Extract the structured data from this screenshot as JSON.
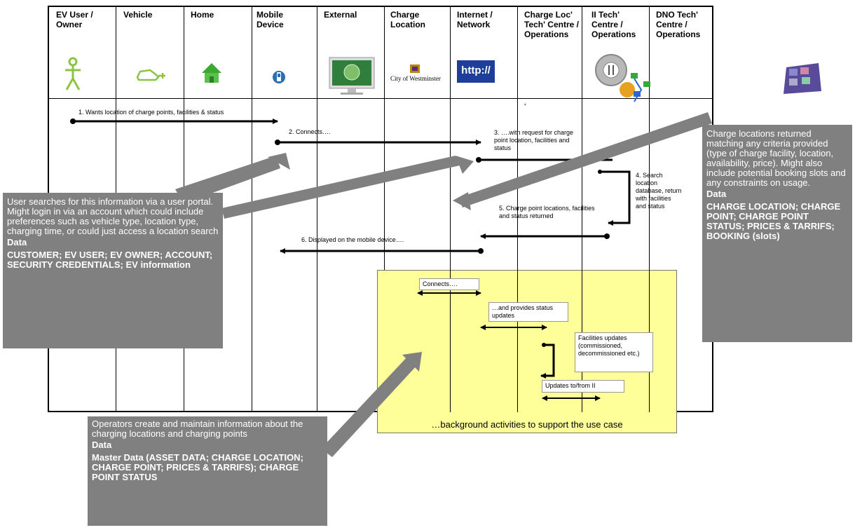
{
  "lanes": [
    {
      "title": "EV User / Owner",
      "icon": "stick-figure-icon"
    },
    {
      "title": "Vehicle",
      "icon": "ev-plug-car-icon"
    },
    {
      "title": "Home",
      "icon": "house-icon"
    },
    {
      "title": "Mobile Device",
      "icon": "mobile-phone-icon"
    },
    {
      "title": "External",
      "icon": "monitor-globe-icon"
    },
    {
      "title": "Charge Location",
      "icon": "city-of-westminster-logo",
      "logo_text": "City of Westminster"
    },
    {
      "title": "Internet / Network",
      "icon": "http-icon",
      "icon_text": "http://"
    },
    {
      "title": "Charge Loc' Tech' Centre / Operations",
      "icon": "none"
    },
    {
      "title": "II Tech' Centre / Operations",
      "icon": "gears-network-icon"
    },
    {
      "title": "DNO Tech' Centre / Operations",
      "icon": "none"
    }
  ],
  "messages": {
    "m1": "1. Wants location of charge points, facilities & status",
    "m2": "2. Connects….",
    "m3": "3. ….with request for charge point location, facilities and status",
    "m4": "4. Search location database, return with facilities and status",
    "m5": "5. Charge point locations, facilities and status returned",
    "m6": "6. Displayed on the mobile device….",
    "quote_mark": "‘"
  },
  "background": {
    "connects": "Connects….",
    "status_updates": "…and provides status updates",
    "facilities_updates": "Facilities updates (commissioned, decommissioned etc.)",
    "updates_ii": "Updates to/from  II",
    "caption": "…background activities to support the use case"
  },
  "callouts": {
    "left": {
      "text": "User searches for this information via a user portal. Might login in via an account which could include preferences such as vehicle type, location type, charging time, or could just access a location search",
      "data_label": "Data",
      "data": "CUSTOMER; EV USER; EV OWNER; ACCOUNT; SECURITY CREDENTIALS; EV information"
    },
    "right": {
      "text": "Charge locations returned matching any criteria provided (type of charge facility, location, availability, price). Might also include potential booking slots and any constraints on usage.",
      "data_label": "Data",
      "data": "CHARGE LOCATION; CHARGE POINT; CHARGE POINT STATUS; PRICES & TARRIFS; BOOKING (slots)"
    },
    "bottom": {
      "text": "Operators create and maintain information about the charging locations and charging points",
      "data_label": "Data",
      "data": "Master Data (ASSET DATA; CHARGE LOCATION; CHARGE POINT; PRICES & TARRIFS); CHARGE POINT STATUS"
    }
  },
  "colors": {
    "callout": "#808080",
    "yellow": "#ffff99",
    "icon_green": "#8bc540",
    "house_green": "#3aa832"
  }
}
